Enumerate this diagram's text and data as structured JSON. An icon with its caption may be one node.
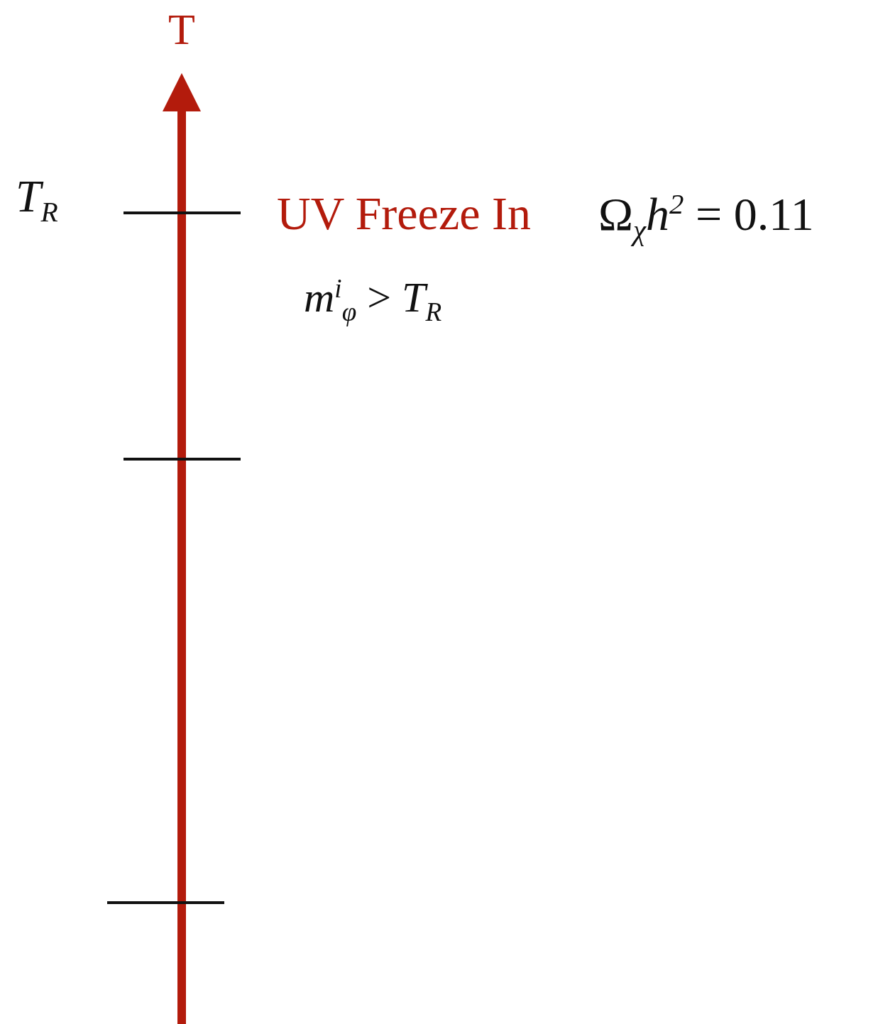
{
  "diagram": {
    "labels": [
      "T",
      "*T*$_{R}$",
      "UV Freeze In",
      "Ω$_{χ}$*h*$^{2}$ = 0.11",
      "*m*$^{i}$$_{φ}$ > *T*$_{R}$"
    ]
  }
}
